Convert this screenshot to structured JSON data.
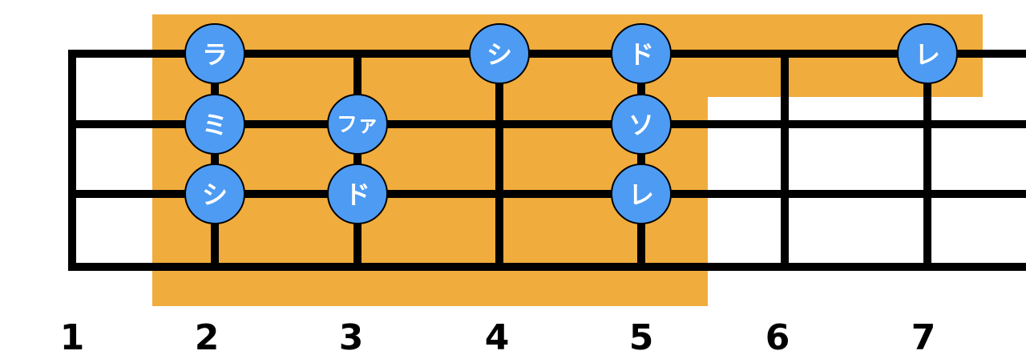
{
  "colors": {
    "highlight": "#F0AC3C",
    "line": "#000000",
    "note_fill": "#4D9BF3",
    "note_stroke": "#000000",
    "note_text": "#ffffff",
    "background": "#ffffff"
  },
  "fret_numbers": [
    "1",
    "2",
    "3",
    "4",
    "5",
    "6",
    "7"
  ],
  "notes": [
    {
      "string": 1,
      "fret": 2,
      "label": "ラ"
    },
    {
      "string": 1,
      "fret": 4,
      "label": "シ"
    },
    {
      "string": 1,
      "fret": 5,
      "label": "ド"
    },
    {
      "string": 1,
      "fret": 7,
      "label": "レ"
    },
    {
      "string": 2,
      "fret": 2,
      "label": "ミ"
    },
    {
      "string": 2,
      "fret": 3,
      "label": "ファ"
    },
    {
      "string": 2,
      "fret": 5,
      "label": "ソ"
    },
    {
      "string": 3,
      "fret": 2,
      "label": "シ"
    },
    {
      "string": 3,
      "fret": 3,
      "label": "ド"
    },
    {
      "string": 3,
      "fret": 5,
      "label": "レ"
    }
  ]
}
